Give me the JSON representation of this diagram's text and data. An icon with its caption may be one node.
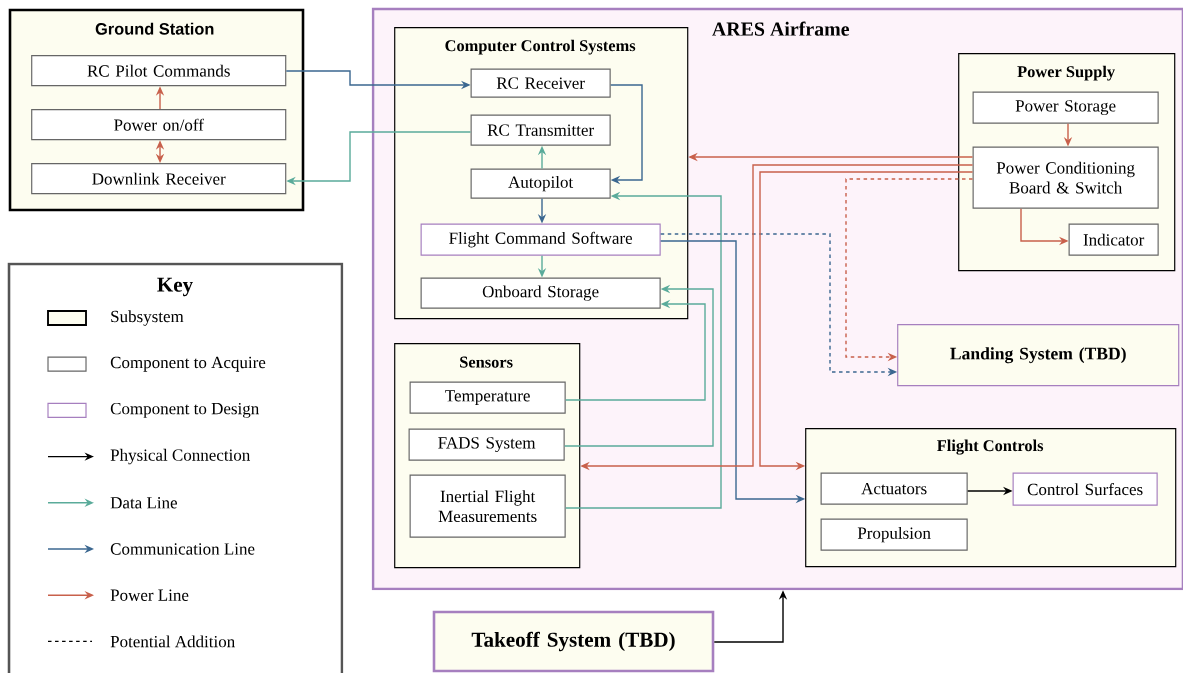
{
  "diagram": {
    "nodes": [
      {
        "text": [
          "Ground Station"
        ]
      },
      {
        "text": [
          "RC Pilot Commands"
        ],
        "in": 0
      },
      {
        "text": [
          "Power on/off"
        ],
        "in": 0
      },
      {
        "text": [
          "Downlink Receiver"
        ],
        "in": 0
      },
      {
        "text": [
          "ARES Airframe"
        ]
      },
      {
        "text": [
          "Computer Control Systems"
        ],
        "in": 4
      },
      {
        "text": [
          "RC Receiver"
        ],
        "in": 5
      },
      {
        "text": [
          "RC Transmitter"
        ],
        "in": 5
      },
      {
        "text": [
          "Autopilot"
        ],
        "in": 5
      },
      {
        "text": [
          "Flight Command Software"
        ],
        "in": 5
      },
      {
        "text": [
          "Onboard Storage"
        ],
        "in": 5
      },
      {
        "text": [
          "Sensors"
        ],
        "in": 4
      },
      {
        "text": [
          "Temperature"
        ],
        "in": 11
      },
      {
        "text": [
          "FADS System"
        ],
        "in": 11
      },
      {
        "text": [
          "Inertial Flight Measurements"
        ],
        "in": 11
      },
      {
        "text": [
          "Power Supply"
        ],
        "in": 4
      },
      {
        "text": [
          "Power Storage"
        ],
        "in": 15
      },
      {
        "text": [
          "Power Conditioning Board & Switch"
        ],
        "in": 15
      },
      {
        "text": [
          "Indicator"
        ],
        "in": 15
      },
      {
        "text": [
          "Landing System (TBD)"
        ],
        "in": 4
      },
      {
        "text": [
          "Flight Controls"
        ],
        "in": 4
      },
      {
        "text": [
          "Actuators"
        ],
        "in": 20
      },
      {
        "text": [
          "Control Surfaces"
        ],
        "in": 20
      },
      {
        "text": [
          "Propulsion"
        ],
        "in": 20
      },
      {
        "text": [
          "Takeoff System (TBD)"
        ]
      }
    ],
    "edges": [
      {
        "from": 1,
        "to": 6,
        "arrow": "to",
        "color": "#3b6790"
      },
      {
        "from": 2,
        "to": 1,
        "arrow": "to",
        "color": "#c8604b"
      },
      {
        "from": 2,
        "to": 3,
        "arrow": "both",
        "color": "#c8604b"
      },
      {
        "from": 7,
        "to": 3,
        "arrow": "to",
        "color": "#5aab9a"
      },
      {
        "from": 6,
        "to": 8,
        "arrow": "to",
        "color": "#3b6790"
      },
      {
        "from": 8,
        "to": 7,
        "arrow": "to",
        "color": "#5aab9a"
      },
      {
        "from": 8,
        "to": 9,
        "arrow": "to",
        "color": "#3b6790"
      },
      {
        "from": 9,
        "to": 10,
        "arrow": "to",
        "color": "#5aab9a"
      },
      {
        "from": 12,
        "to": 10,
        "arrow": "to",
        "color": "#5aab9a"
      },
      {
        "from": 13,
        "to": 10,
        "arrow": "to",
        "color": "#5aab9a"
      },
      {
        "from": 14,
        "to": 8,
        "arrow": "to",
        "color": "#5aab9a"
      },
      {
        "from": 9,
        "to": 20,
        "arrow": "to",
        "color": "#3b6790"
      },
      {
        "from": 9,
        "to": 19,
        "arrow": "to",
        "style": "dashed",
        "color": "#3b6790"
      },
      {
        "from": 17,
        "to": 5,
        "arrow": "to",
        "color": "#c8604b"
      },
      {
        "from": 17,
        "to": 11,
        "arrow": "to",
        "color": "#c8604b"
      },
      {
        "from": 17,
        "to": 20,
        "arrow": "to",
        "color": "#c8604b"
      },
      {
        "from": 17,
        "to": 19,
        "arrow": "to",
        "style": "dashed",
        "color": "#c8604b"
      },
      {
        "from": 16,
        "to": 17,
        "arrow": "to",
        "color": "#c8604b"
      },
      {
        "from": 17,
        "to": 18,
        "arrow": "to",
        "color": "#c8604b"
      },
      {
        "from": 21,
        "to": 22,
        "arrow": "to",
        "color": "#000000"
      },
      {
        "from": 24,
        "to": 4,
        "arrow": "to",
        "color": "#000000"
      }
    ],
    "labels": [
      "Key"
    ],
    "legend": [
      {
        "text": "Subsystem"
      },
      {
        "text": "Component to Acquire"
      },
      {
        "text": "Component to Design"
      },
      {
        "text": "Physical Connection"
      },
      {
        "text": "Data Line"
      },
      {
        "text": "Communication Line"
      },
      {
        "text": "Power Line"
      },
      {
        "text": "Potential Addition"
      }
    ]
  }
}
